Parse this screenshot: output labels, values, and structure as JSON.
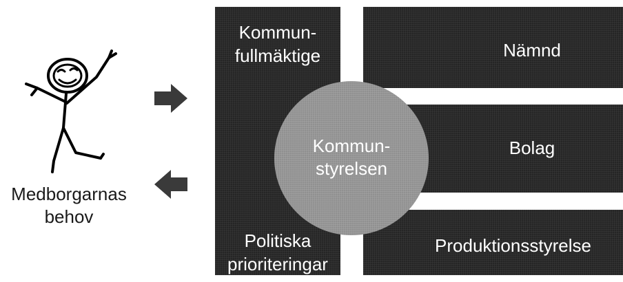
{
  "citizen": {
    "caption_line1": "Medborgarnas",
    "caption_line2": "behov",
    "icon": "stick-figure-icon"
  },
  "arrows": {
    "right_icon": "arrow-right-icon",
    "left_icon": "arrow-left-icon",
    "color": "#3a3a3a"
  },
  "blocks": {
    "council": {
      "line1": "Kommun-",
      "line2": "fullmäktige"
    },
    "priorities": {
      "line1": "Politiska",
      "line2": "prioriteringar"
    },
    "committee": {
      "label": "Nämnd"
    },
    "company": {
      "label": "Bolag"
    },
    "production": {
      "label": "Produktionsstyrelse"
    }
  },
  "center": {
    "line1": "Kommun-",
    "line2": "styrelsen"
  },
  "colors": {
    "block": "#202020",
    "circle": "#8c8c8c",
    "text_on_dark": "#ffffff",
    "text_on_light": "#1a1a1a"
  }
}
